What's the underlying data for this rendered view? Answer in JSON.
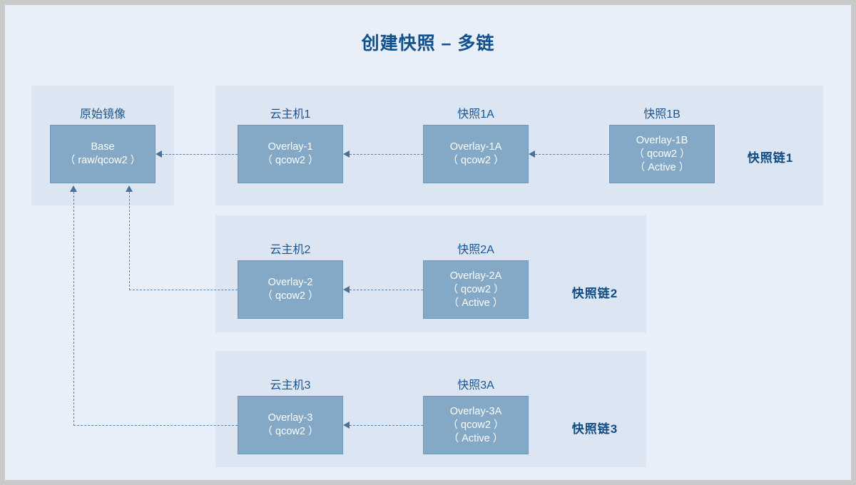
{
  "title": "创建快照 – 多链",
  "colors": {
    "page_background": "#e9eff8",
    "panel_background": "#dce6f3",
    "node_fill": "#83a9c6",
    "node_border": "#6d97b8",
    "title_text": "#10508f",
    "caption_text": "#1a5490",
    "chain_label_text": "#0f4c85",
    "connector": "#5c82a8",
    "outer_border": "#c9c9c9"
  },
  "base_group": {
    "caption": "原始镜像",
    "node": {
      "name": "Base",
      "line1": "Base",
      "line2": "（ raw/qcow2 ）"
    }
  },
  "chains": [
    {
      "label": "快照链1",
      "nodes": [
        {
          "caption": "云主机1",
          "line1": "Overlay-1",
          "line2": "（ qcow2 ）",
          "line3": ""
        },
        {
          "caption": "快照1A",
          "line1": "Overlay-1A",
          "line2": "（ qcow2 ）",
          "line3": ""
        },
        {
          "caption": "快照1B",
          "line1": "Overlay-1B",
          "line2": "（ qcow2 ）",
          "line3": "（ Active ）"
        }
      ]
    },
    {
      "label": "快照链2",
      "nodes": [
        {
          "caption": "云主机2",
          "line1": "Overlay-2",
          "line2": "（ qcow2 ）",
          "line3": ""
        },
        {
          "caption": "快照2A",
          "line1": "Overlay-2A",
          "line2": "（ qcow2 ）",
          "line3": "（ Active ）"
        }
      ]
    },
    {
      "label": "快照链3",
      "nodes": [
        {
          "caption": "云主机3",
          "line1": "Overlay-3",
          "line2": "（ qcow2 ）",
          "line3": ""
        },
        {
          "caption": "快照3A",
          "line1": "Overlay-3A",
          "line2": "（ qcow2 ）",
          "line3": "（ Active ）"
        }
      ]
    }
  ]
}
